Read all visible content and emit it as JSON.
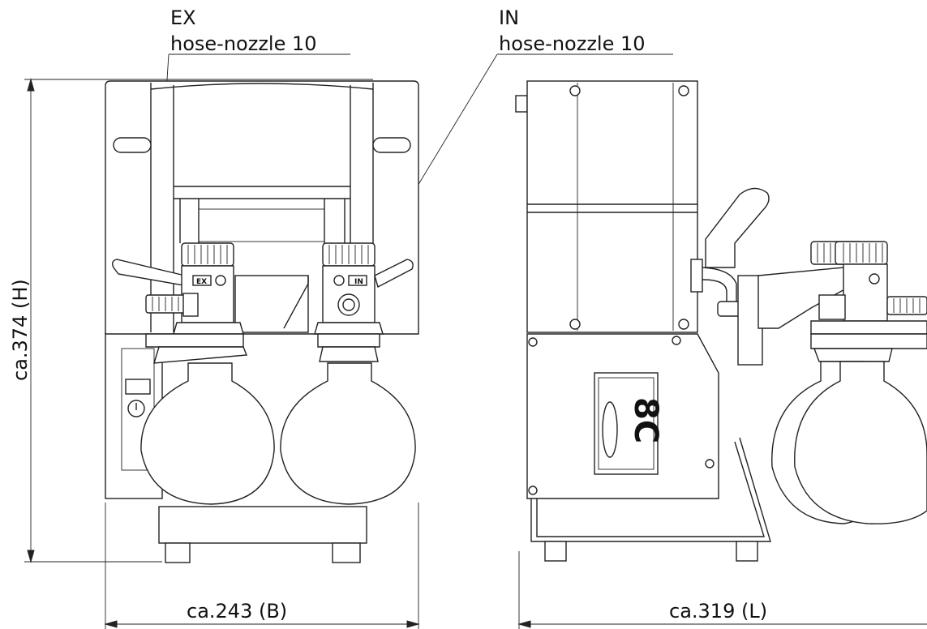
{
  "labels": {
    "ex_port": "EX",
    "ex_nozzle": "hose-nozzle 10",
    "in_port": "IN",
    "in_nozzle": "hose-nozzle 10",
    "height": "ca.374 (H)",
    "width": "ca.243 (B)",
    "length": "ca.319 (L)"
  },
  "views": {
    "front": {
      "port_left": "EX",
      "port_right": "IN"
    },
    "side": {
      "model": "8C"
    }
  },
  "colors": {
    "line": "#222222",
    "background": "#ffffff"
  }
}
